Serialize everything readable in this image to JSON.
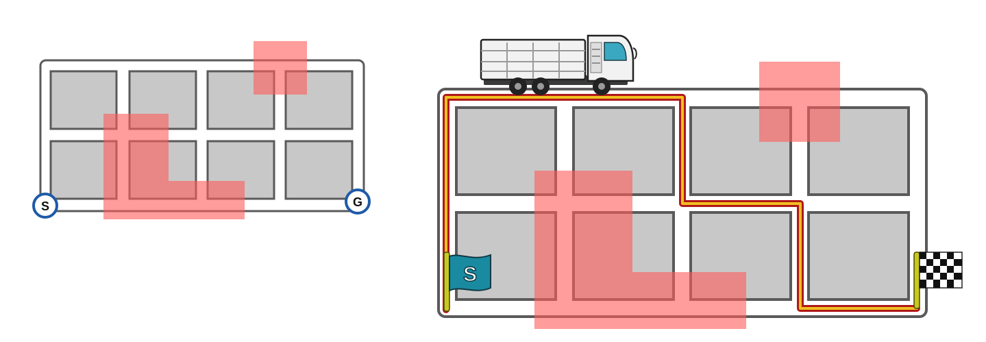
{
  "left_map": {
    "start_marker": {
      "label": "S"
    },
    "goal_marker": {
      "label": "G"
    },
    "grid": {
      "rows": 2,
      "cols": 4
    }
  },
  "right_map": {
    "start_flag": {
      "label": "S",
      "icon": "start-flag-icon"
    },
    "goal_flag": {
      "icon": "checkered-flag-icon"
    },
    "truck": {
      "icon": "dump-truck-icon"
    },
    "grid": {
      "rows": 2,
      "cols": 4
    }
  },
  "colors": {
    "block_fill": "#c8c8c8",
    "block_stroke": "#5a5a5a",
    "road_stroke": "#5a5a5a",
    "blocked_area": "#ff5a5a",
    "marker_blue": "#1e5aa8",
    "route_outer": "#b01818",
    "route_inner": "#f0c020",
    "flag_teal": "#1a8aa0",
    "pole": "#c8c820"
  }
}
